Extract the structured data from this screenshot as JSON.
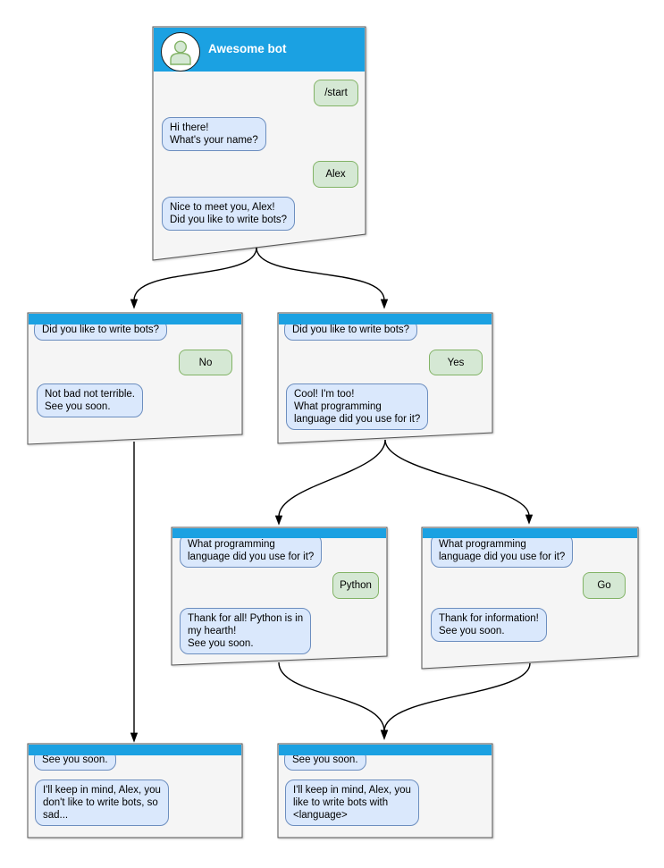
{
  "colors": {
    "header_blue": "#1ba1e2",
    "window_fill": "#f5f5f5",
    "window_border": "#555555",
    "bot_bubble_fill": "#dae8fc",
    "bot_bubble_border": "#6c8ebf",
    "user_bubble_fill": "#d5e8d4",
    "user_bubble_border": "#82b366",
    "arrow": "#000000"
  },
  "bot": {
    "avatar_icon": "person-icon"
  },
  "windows": [
    {
      "id": "main",
      "title": "Awesome bot",
      "messages": [
        {
          "from": "user",
          "text": "/start"
        },
        {
          "from": "bot",
          "text": "Hi there!\nWhat's your name?"
        },
        {
          "from": "user",
          "text": "Alex"
        },
        {
          "from": "bot",
          "text": "Nice to meet you, Alex!\nDid you like to write bots?"
        }
      ]
    },
    {
      "id": "branch-no",
      "messages": [
        {
          "from": "bot",
          "text": "Did you like to write bots?"
        },
        {
          "from": "user",
          "text": "No"
        },
        {
          "from": "bot",
          "text": "Not bad not terrible.\nSee you soon."
        }
      ]
    },
    {
      "id": "branch-yes",
      "messages": [
        {
          "from": "bot",
          "text": "Did you like to write bots?"
        },
        {
          "from": "user",
          "text": "Yes"
        },
        {
          "from": "bot",
          "text": "Cool! I'm too!\nWhat programming\nlanguage did you use for it?"
        }
      ]
    },
    {
      "id": "branch-python",
      "messages": [
        {
          "from": "bot",
          "text": "What programming\nlanguage did you use for it?"
        },
        {
          "from": "user",
          "text": "Python"
        },
        {
          "from": "bot",
          "text": "Thank for all! Python is in\nmy hearth!\nSee you soon."
        }
      ]
    },
    {
      "id": "branch-go",
      "messages": [
        {
          "from": "bot",
          "text": "What programming\nlanguage did you use for it?"
        },
        {
          "from": "user",
          "text": "Go"
        },
        {
          "from": "bot",
          "text": "Thank for information!\nSee you soon."
        }
      ]
    },
    {
      "id": "end-no",
      "messages": [
        {
          "from": "bot",
          "text": "See you soon."
        },
        {
          "from": "bot",
          "text": "I'll keep in mind, Alex, you\ndon't like to write bots, so\nsad..."
        }
      ]
    },
    {
      "id": "end-yes",
      "messages": [
        {
          "from": "bot",
          "text": "See you soon."
        },
        {
          "from": "bot",
          "text": "I'll keep in mind, Alex, you\nlike to write bots with\n<language>"
        }
      ]
    }
  ]
}
